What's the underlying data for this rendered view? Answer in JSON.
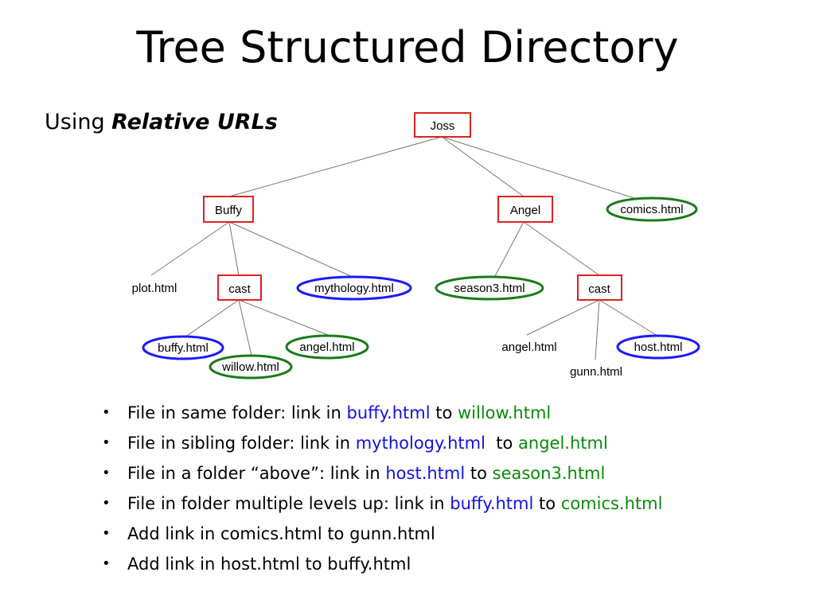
{
  "title": "Tree Structured Directory",
  "subtitle": {
    "prefix": "Using ",
    "emphasis": "Relative URLs"
  },
  "colors": {
    "folder_border": "#e02020",
    "blue_file": "#1a1aff",
    "green_file": "#1a7a1a",
    "edge": "#777777"
  },
  "tree": {
    "root": "Joss",
    "buffy": "Buffy",
    "angel": "Angel",
    "comics": "comics.html",
    "plot": "plot.html",
    "buffy_cast": "cast",
    "mythology": "mythology.html",
    "season3": "season3.html",
    "angel_cast": "cast",
    "buffy_file": "buffy.html",
    "willow": "willow.html",
    "angel_file_buffy": "angel.html",
    "angel_file_angel": "angel.html",
    "gunn": "gunn.html",
    "host": "host.html"
  },
  "bullets": [
    {
      "a": "File in same folder: link in ",
      "b": "buffy.html",
      "c": " to ",
      "d": "willow.html"
    },
    {
      "a": "File in sibling folder: link in ",
      "b": "mythology.html",
      "c": "  to ",
      "d": "angel.html"
    },
    {
      "a": "File in a folder “above”: link in ",
      "b": "host.html",
      "c": " to ",
      "d": "season3.html"
    },
    {
      "a": "File in folder multiple levels up: link in ",
      "b": "buffy.html",
      "c": " to ",
      "d": "comics.html"
    },
    {
      "a": "Add link in comics.html to gunn.html"
    },
    {
      "a": "Add link in host.html to buffy.html"
    }
  ],
  "bullet_symbol": "•"
}
